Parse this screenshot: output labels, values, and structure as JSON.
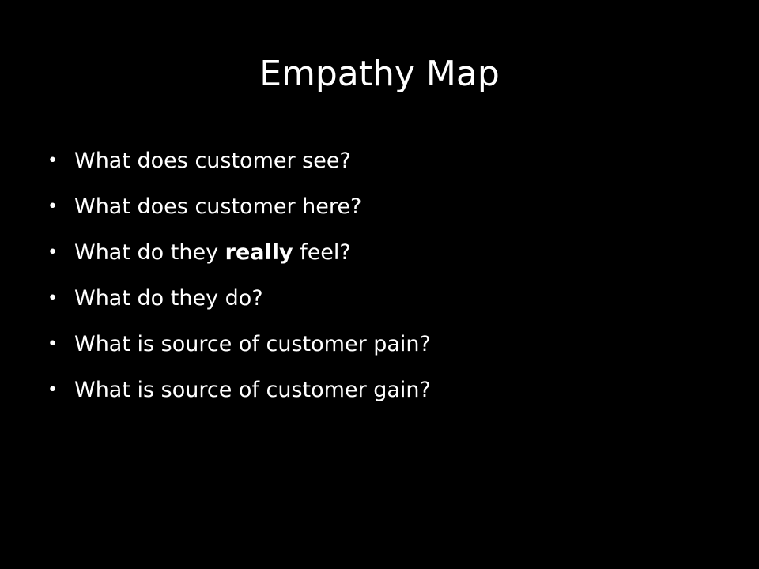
{
  "slide": {
    "title": "Empathy Map",
    "bullet_glyph": "•",
    "items": [
      {
        "text": "What does customer see?"
      },
      {
        "text": "What does customer here?"
      },
      {
        "before": "What do they ",
        "bold": "really",
        "after": " feel?"
      },
      {
        "text": "What do they do?"
      },
      {
        "text": "What is source of customer pain?"
      },
      {
        "text": "What is source of customer gain?"
      }
    ]
  },
  "colors": {
    "background": "#000000",
    "text": "#ffffff"
  }
}
